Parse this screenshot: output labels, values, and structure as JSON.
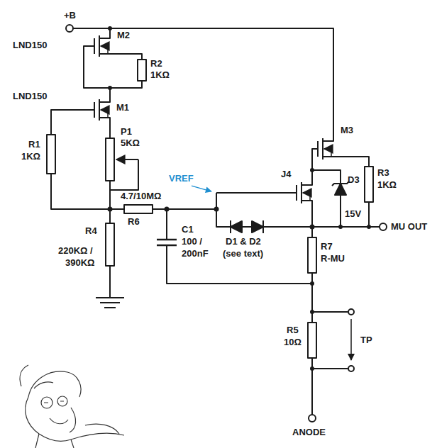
{
  "diagram": {
    "labels": [
      "+B",
      "LND150",
      "M2",
      "R2",
      "1KΩ",
      "LND150",
      "M1",
      "R1",
      "1KΩ",
      "P1",
      "5KΩ",
      "VREF",
      "4.7/10MΩ",
      "J4",
      "M3",
      "R3",
      "1KΩ",
      "R4",
      "220KΩ /",
      "390KΩ",
      "R6",
      "C1",
      "100 /",
      "200nF",
      "D1 & D2",
      "(see text)",
      "D3",
      "15V",
      "MU OUT",
      "R7",
      "R-MU",
      "R5",
      "10Ω",
      "TP",
      "ANODE"
    ]
  }
}
